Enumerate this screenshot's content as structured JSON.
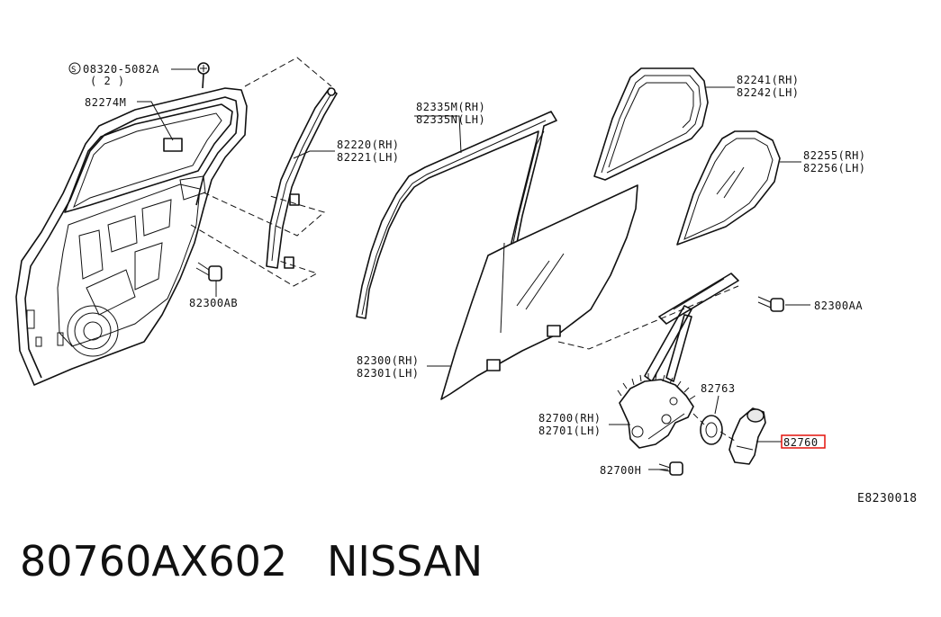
{
  "labels": {
    "screw_spec": "08320-5082A",
    "screw_qty": "( 2 )",
    "seal": "82274M",
    "sash_rh": "82220(RH)",
    "sash_lh": "82221(LH)",
    "bolt_ab": "82300AB",
    "run_rh": "82335M(RH)",
    "run_lh": "82335N(LH)",
    "moulding_rh": "82241(RH)",
    "moulding_lh": "82242(LH)",
    "fixed_glass_rh": "82255(RH)",
    "fixed_glass_lh": "82256(LH)",
    "bolt_aa": "82300AA",
    "glass_rh": "82300(RH)",
    "glass_lh": "82301(LH)",
    "escutcheon": "82763",
    "regulator_rh": "82700(RH)",
    "regulator_lh": "82701(LH)",
    "handle": "82760",
    "bolt_h": "82700H",
    "diagram_code": "E8230018"
  },
  "caption": {
    "part_number": "80760AX602",
    "brand": "NISSAN"
  },
  "highlight": {
    "label": "82760",
    "color": "#e3120b"
  }
}
